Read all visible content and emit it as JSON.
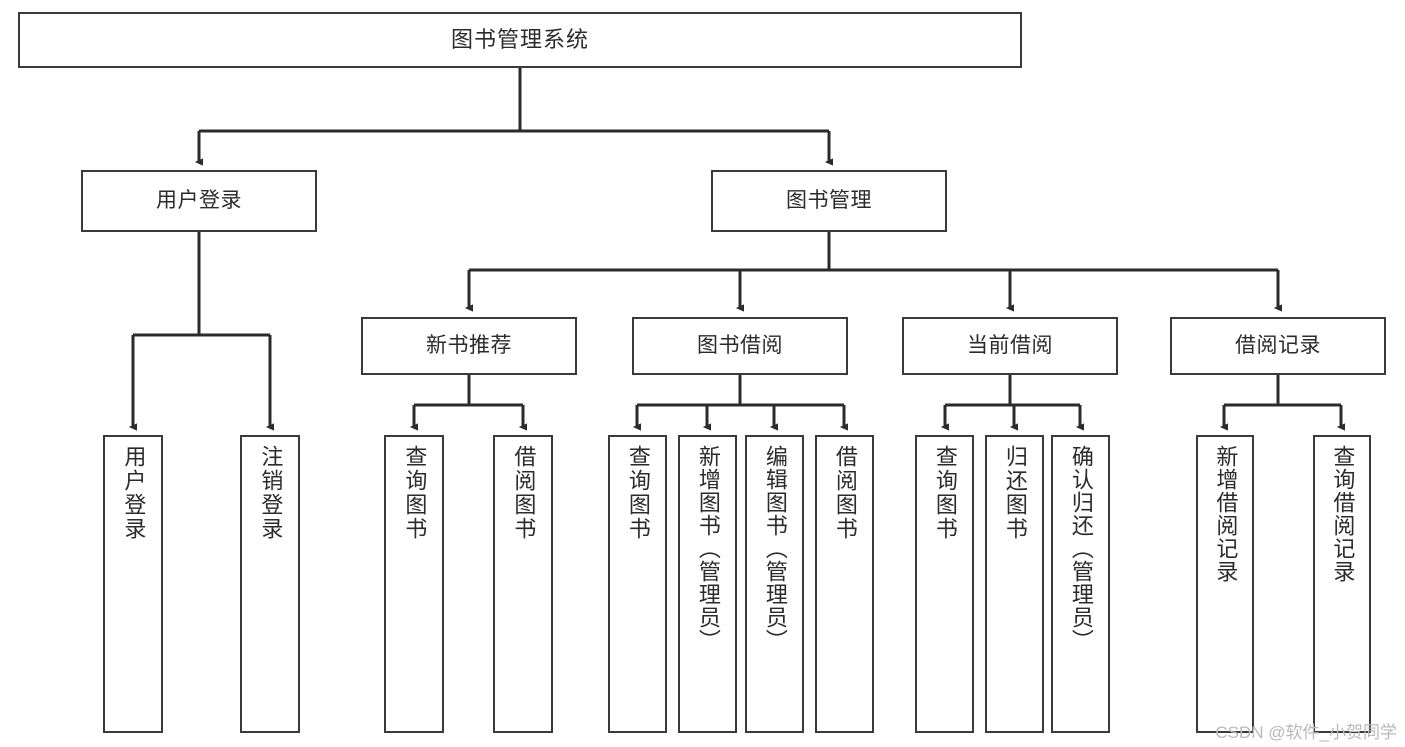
{
  "diagram": {
    "title": "图书管理系统",
    "type": "tree",
    "watermark": "CSDN @软件_小贺同学",
    "colors": {
      "box_border": "#3a3a3a",
      "box_fill": "#ffffff",
      "connector": "#2b2b2b",
      "text": "#2b2b2b",
      "watermark": "#b9b9b9",
      "background": "#ffffff"
    },
    "root": {
      "label": "图书管理系统"
    },
    "level2": [
      {
        "label": "用户登录"
      },
      {
        "label": "图书管理"
      }
    ],
    "level3": [
      {
        "label": "新书推荐"
      },
      {
        "label": "图书借阅"
      },
      {
        "label": "当前借阅"
      },
      {
        "label": "借阅记录"
      }
    ],
    "leaves_user_login": [
      {
        "label": "用户登录"
      },
      {
        "label": "注销登录"
      }
    ],
    "leaves_new_books": [
      {
        "label": "查询图书"
      },
      {
        "label": "借阅图书"
      }
    ],
    "leaves_borrow_books": [
      {
        "label": "查询图书"
      },
      {
        "label": "新增图书（管理员）"
      },
      {
        "label": "编辑图书（管理员）"
      },
      {
        "label": "借阅图书"
      }
    ],
    "leaves_current_borrow": [
      {
        "label": "查询图书"
      },
      {
        "label": "归还图书"
      },
      {
        "label": "确认归还（管理员）"
      }
    ],
    "leaves_borrow_records": [
      {
        "label": "新增借阅记录"
      },
      {
        "label": "查询借阅记录"
      }
    ]
  }
}
